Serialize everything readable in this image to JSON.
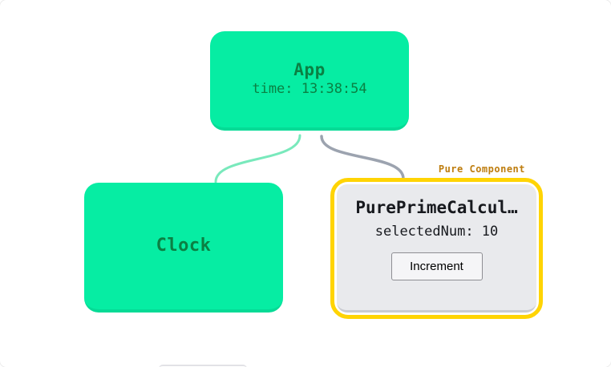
{
  "canvas": {
    "background": "#ffffff"
  },
  "tree": {
    "app_node": {
      "title": "App",
      "state_line": "time: 13:38:54",
      "fill": "#06EDA3",
      "text_color": "#0B8043"
    },
    "clock_node": {
      "title": "Clock",
      "fill": "#06EDA3",
      "text_color": "#0B8043"
    },
    "pure_node": {
      "badge": "Pure Component",
      "badge_color": "#BE7D0E",
      "title": "PurePrimeCalcul…",
      "state_line": "selectedNum: 10",
      "button_label": "Increment",
      "border_color": "#FFD404",
      "fill": "#E9EAED",
      "text_color": "#17191E"
    },
    "edges": {
      "app_to_clock_color": "#79E9BC",
      "app_to_pure_color": "#9CA3AF"
    }
  }
}
